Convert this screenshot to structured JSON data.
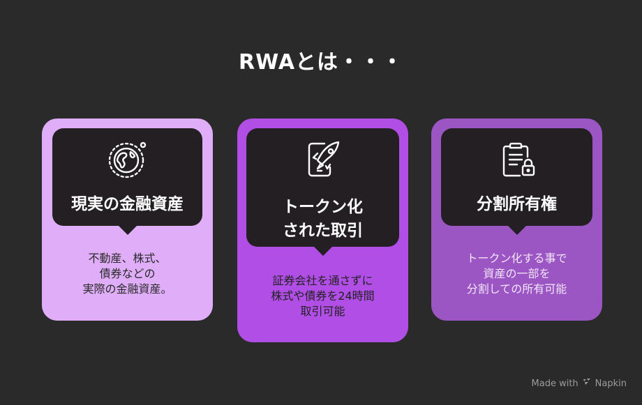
{
  "title": "RWAとは・・・",
  "cards": [
    {
      "icon": "globe-icon",
      "heading_lines": [
        "現実の金融資産"
      ],
      "desc_lines": [
        "不動産、株式、",
        "債券などの",
        "実際の金融資産。"
      ]
    },
    {
      "icon": "phone-rocket-icon",
      "heading_lines": [
        "トークン化",
        "された取引"
      ],
      "desc_lines": [
        "証券会社を通さずに",
        "株式や債券を24時間",
        "取引可能"
      ]
    },
    {
      "icon": "clipboard-lock-icon",
      "heading_lines": [
        "分割所有権"
      ],
      "desc_lines": [
        "トークン化する事で",
        "資産の一部を",
        "分割しての所有可能"
      ]
    }
  ],
  "footer": {
    "made_with": "Made with",
    "brand": "Napkin"
  },
  "colors": {
    "background": "#2b2a2b",
    "card_1": "#e0aef8",
    "card_2": "#b14ee6",
    "card_3": "#9c56c4",
    "inner": "#231f23"
  }
}
